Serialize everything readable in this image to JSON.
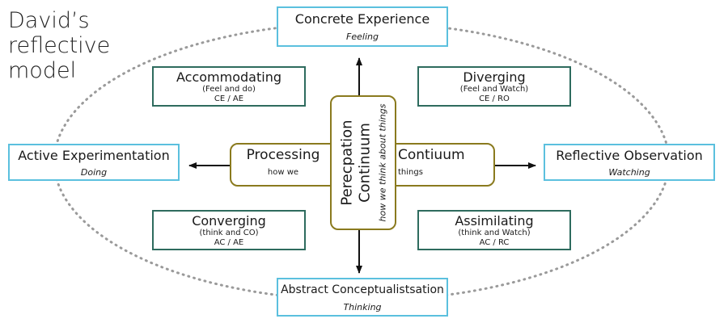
{
  "title": {
    "lines": [
      "David’s",
      "reflective",
      "model"
    ]
  },
  "stages": {
    "top": {
      "name": "Concrete Experience",
      "mode": "Feeling"
    },
    "right": {
      "name": "Reflective Observation",
      "mode": "Watching"
    },
    "bottom": {
      "name": "Abstract Conceptualistsation",
      "mode": "Thinking"
    },
    "left": {
      "name": "Active Experimentation",
      "mode": "Doing"
    }
  },
  "styles": {
    "accommodating": {
      "name": "Accommodating",
      "desc": "(Feel and do)",
      "code": "CE / AE"
    },
    "diverging": {
      "name": "Diverging",
      "desc": "(Feel and Watch)",
      "code": "CE / RO"
    },
    "converging": {
      "name": "Converging",
      "desc": "(think and CO)",
      "code": "AC / AE"
    },
    "assimilating": {
      "name": "Assimilating",
      "desc": "(think and Watch)",
      "code": "AC / RC"
    }
  },
  "center": {
    "processing_label": "Processing",
    "processing_sub": "how we",
    "continuum_label": "Contiuum",
    "continuum_sub": "things",
    "perception_line1": "Perecpation",
    "perception_line2": "Continuum",
    "perception_sub": "how we think about things"
  },
  "colors": {
    "stage_border": "#5bc0de",
    "style_border": "#2e6b5e",
    "axis_border": "#8a7a1e",
    "cycle_dots": "#9a9a9a",
    "arrow": "#111111"
  }
}
